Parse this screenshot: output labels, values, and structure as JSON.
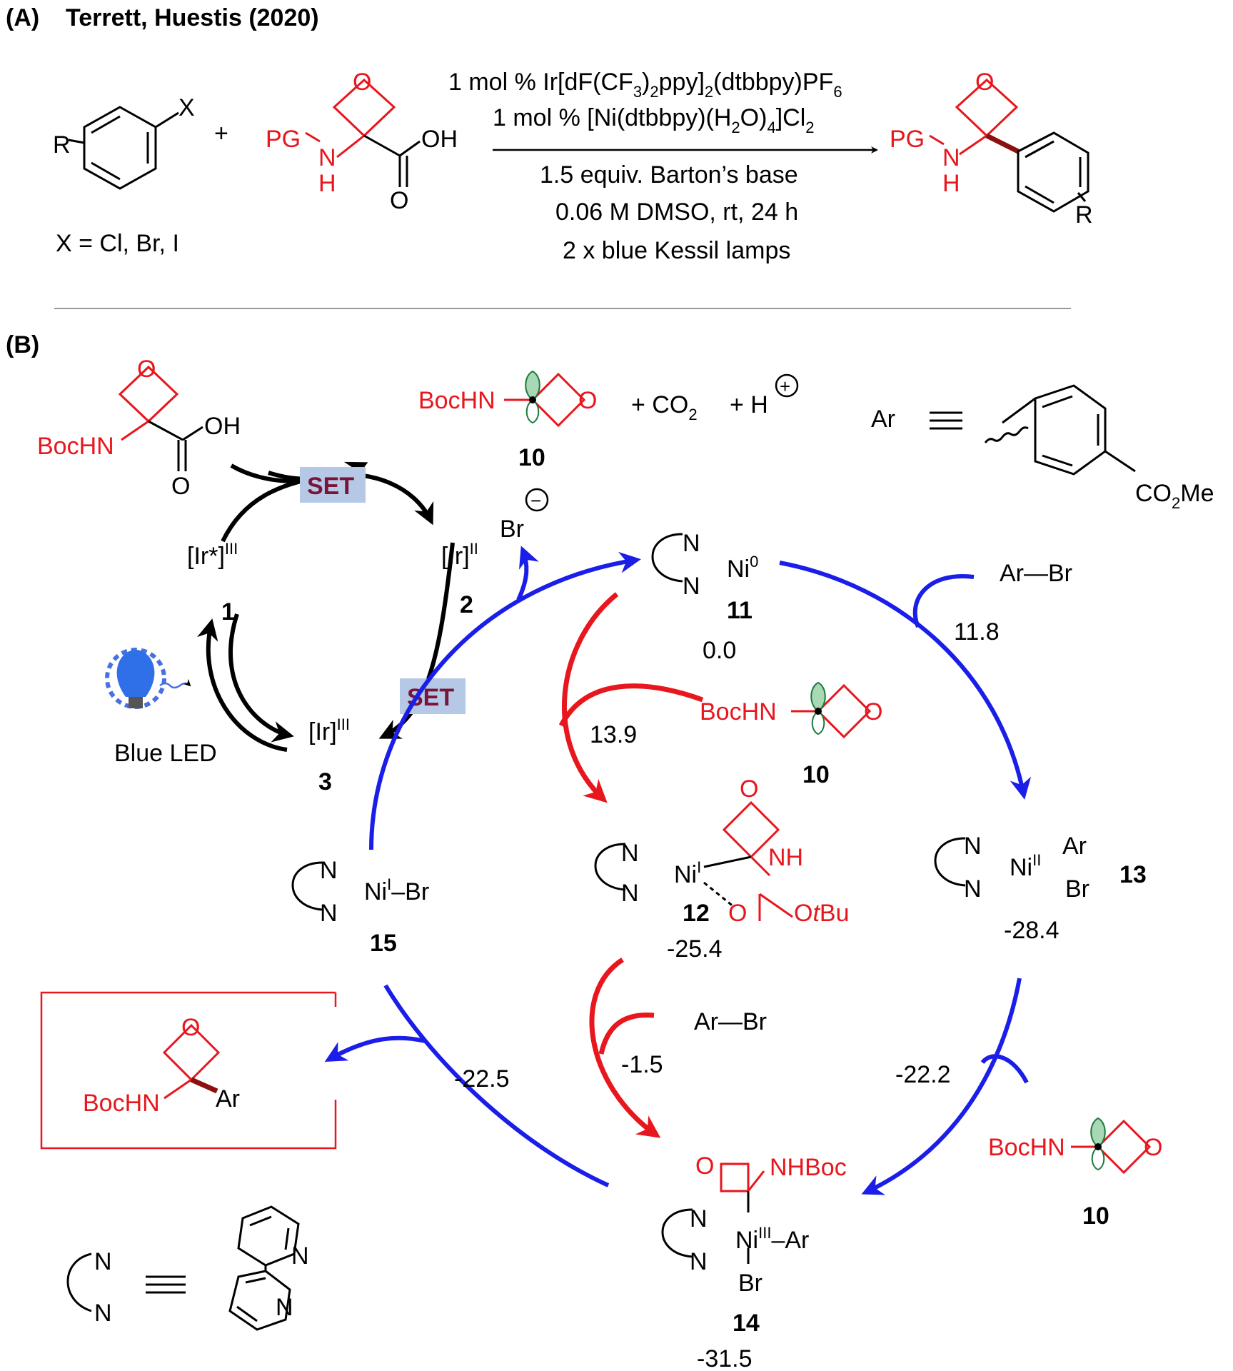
{
  "panel_a": {
    "label": "(A)",
    "citation": "Terrett, Huestis (2020)",
    "aryl_r": "R",
    "aryl_x": "X",
    "x_def": "X = Cl, Br, I",
    "plus": "+",
    "pg": "PG",
    "n": "N",
    "h": "H",
    "o_ring": "O",
    "oh": "OH",
    "o_carbonyl": "O",
    "cond1_a": "1 mol % Ir[dF(CF",
    "cond1_sub1": "3",
    "cond1_b": ")",
    "cond1_sub2": "2",
    "cond1_c": "ppy]",
    "cond1_sub3": "2",
    "cond1_d": "(dtbbpy)PF",
    "cond1_sub4": "6",
    "cond2_a": "1 mol % [Ni(dtbbpy)(H",
    "cond2_sub1": "2",
    "cond2_b": "O)",
    "cond2_sub2": "4",
    "cond2_c": "]Cl",
    "cond2_sub3": "2",
    "cond3": "1.5 equiv. Barton’s base",
    "cond4": "0.06 M DMSO, rt, 24 h",
    "cond5": "2 x blue Kessil lamps",
    "prod_pg": "PG",
    "prod_n": "N",
    "prod_h": "H",
    "prod_o": "O",
    "prod_r": "R"
  },
  "panel_b": {
    "label": "(B)",
    "bochn": "BocHN",
    "oh": "OH",
    "o": "O",
    "set": "SET",
    "co2_a": "+ CO",
    "co2_sub": "2",
    "h_plus": "+ H",
    "plus_circle": "+",
    "minus_circle": "−",
    "br": "Br",
    "ar": "Ar",
    "ar_equiv": "≡",
    "co2me_a": "CO",
    "co2me_sub": "2",
    "co2me_b": "Me",
    "ir_star": "[Ir*]",
    "ir_star_sup": "III",
    "ir2": "[Ir]",
    "ir2_sup": "II",
    "ir3": "[Ir]",
    "ir3_sup": "III",
    "blue_led": "Blue LED",
    "num_1": "1",
    "num_2": "2",
    "num_3": "3",
    "num_10": "10",
    "num_11": "11",
    "num_12": "12",
    "num_13": "13",
    "num_14": "14",
    "num_15": "15",
    "n": "N",
    "ni": "Ni",
    "ni0_sup": "0",
    "nii_sup": "I",
    "niii_sup": "II",
    "niiii_sup": "III",
    "ar_br": "Ar—Br",
    "nh": "NH",
    "otbu_o": "O",
    "otbu_t": "t",
    "otbu_bu": "Bu",
    "nhboc": "NHBoc",
    "e_11": "0.0",
    "e_11_8": "11.8",
    "e_13_9": "13.9",
    "e_12": "-25.4",
    "e_13": "-28.4",
    "e_m1_5": "-1.5",
    "e_m22_2": "-22.2",
    "e_m22_5": "-22.5",
    "e_14": "-31.5",
    "dash": "–"
  }
}
